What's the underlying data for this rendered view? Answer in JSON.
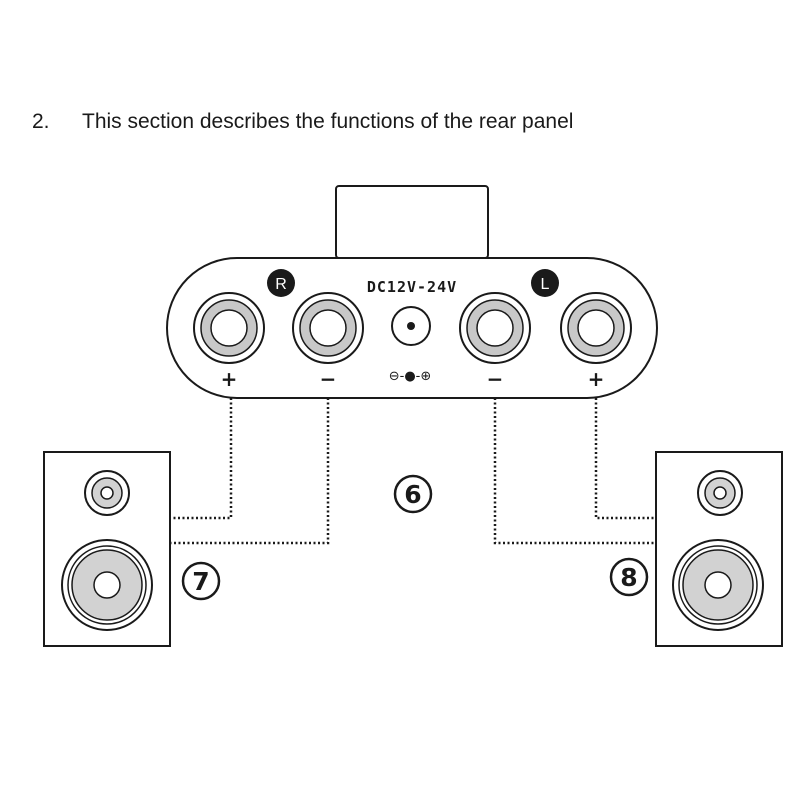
{
  "heading": {
    "number": "2.",
    "text": "This section describes the functions of the rear panel"
  },
  "panel": {
    "voltage_label": "DC12V-24V",
    "right_badge": "R",
    "left_badge": "L",
    "dc_polarity": "⊖-●-⊕",
    "terminals": [
      {
        "channel": "R",
        "polarity": "+"
      },
      {
        "channel": "R",
        "polarity": "−"
      },
      {
        "channel": "L",
        "polarity": "−"
      },
      {
        "channel": "L",
        "polarity": "+"
      }
    ]
  },
  "callouts": {
    "panel": "6",
    "left_speaker": "7",
    "right_speaker": "8"
  },
  "colors": {
    "line": "#1a1a1a",
    "terminal_ring": "#c8c8c8",
    "panel_fill": "#ffffff",
    "speaker_fill": "#ffffff",
    "cone_fill": "#d2d2d2"
  }
}
